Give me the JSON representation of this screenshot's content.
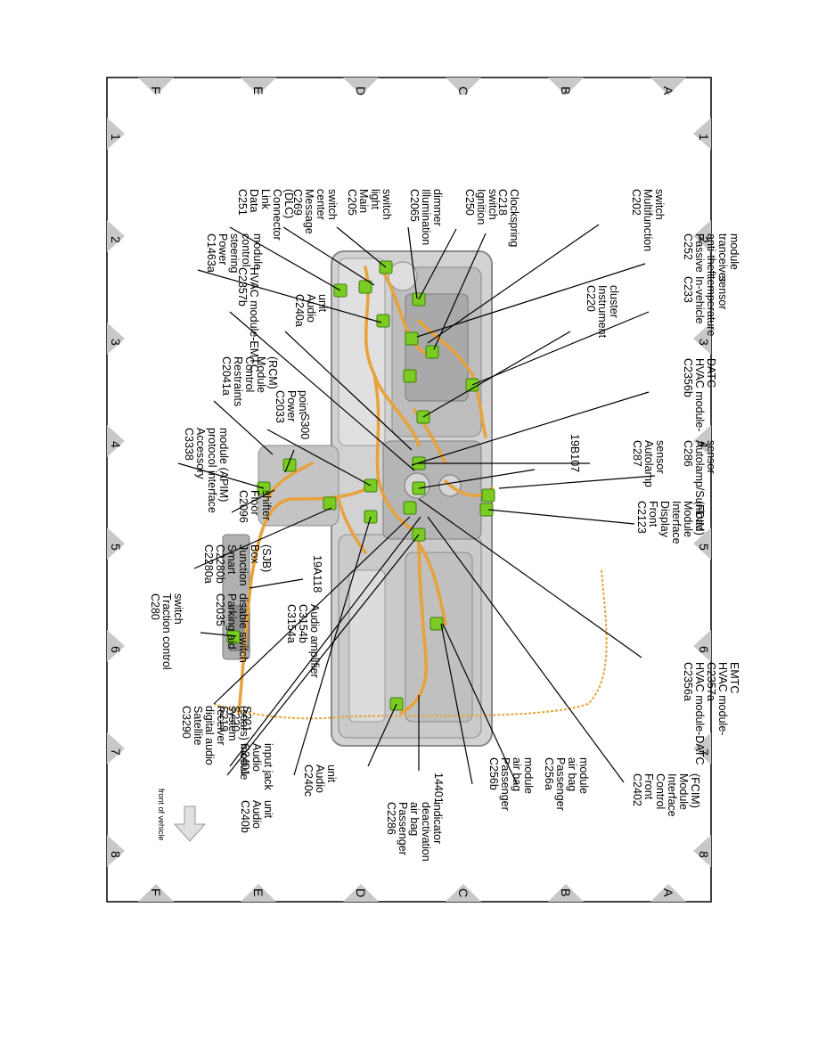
{
  "grid": {
    "row_letters": [
      "A",
      "B",
      "C",
      "D",
      "E",
      "F"
    ],
    "column_numbers": [
      "1",
      "2",
      "3",
      "4",
      "5",
      "6",
      "7",
      "8"
    ]
  },
  "colors": {
    "frame": "#000000",
    "grid_triangle": "#c8c8c8",
    "dash_body": "#d2d2d2",
    "wire_harness": "#e8a23a",
    "connector": "#7acc22"
  },
  "front_of_vehicle": "front of vehicle",
  "labels": [
    {
      "id": "c202",
      "lines": [
        "C202",
        "Multifunction",
        "switch"
      ]
    },
    {
      "id": "c218",
      "lines": [
        "C218",
        "Clockspring"
      ]
    },
    {
      "id": "c250",
      "lines": [
        "C250",
        "Ignition",
        "switch"
      ]
    },
    {
      "id": "c2065",
      "lines": [
        "C2065",
        "Illumination",
        "dimmer"
      ]
    },
    {
      "id": "c205",
      "lines": [
        "C205",
        "Main",
        "light",
        "switch"
      ]
    },
    {
      "id": "c269",
      "lines": [
        "C269",
        "Message",
        "center",
        "switch"
      ]
    },
    {
      "id": "c251",
      "lines": [
        "C251",
        "Data",
        "Link",
        "Connector",
        "(DLC)"
      ]
    },
    {
      "id": "c252",
      "lines": [
        "C252",
        "Passive",
        "anti-theft",
        "tranceiver",
        "module"
      ]
    },
    {
      "id": "c1463a",
      "lines": [
        "C1463a",
        "Power",
        "steering",
        "control",
        "module"
      ]
    },
    {
      "id": "c233",
      "lines": [
        "C233",
        "In-vehicle",
        "temperature",
        "sensor"
      ]
    },
    {
      "id": "c220",
      "lines": [
        "C220",
        "Instrument",
        "cluster"
      ]
    },
    {
      "id": "c240a",
      "lines": [
        "C240a",
        "Audio",
        "unit"
      ]
    },
    {
      "id": "c2357b",
      "lines": [
        "C2357b",
        "HVAC module-EMTC"
      ]
    },
    {
      "id": "c2356b",
      "lines": [
        "C2356b",
        "HVAC module-",
        "DATC"
      ]
    },
    {
      "id": "c2033",
      "lines": [
        "C2033",
        "Power",
        "point"
      ]
    },
    {
      "id": "c2041a",
      "lines": [
        "C2041a",
        "Restraints",
        "Control",
        "Module",
        "(RCM)"
      ]
    },
    {
      "id": "c286",
      "lines": [
        "C286",
        "Autolamp/Sunload",
        "sensor"
      ]
    },
    {
      "id": "c287",
      "lines": [
        "C287",
        "Autolamp",
        "sensor"
      ]
    },
    {
      "id": "19b107",
      "lines": [
        "19B107"
      ]
    },
    {
      "id": "s300",
      "lines": [
        "S300"
      ]
    },
    {
      "id": "c3338",
      "lines": [
        "C3338",
        "Accessory",
        "protocol interface",
        "module (APIM)"
      ]
    },
    {
      "id": "c2096",
      "lines": [
        "C2096",
        "Floor",
        "shifter"
      ]
    },
    {
      "id": "c2123",
      "lines": [
        "C2123",
        "Front",
        "Display",
        "Interface",
        "Module",
        "(FDIM)"
      ]
    },
    {
      "id": "c2280",
      "lines": [
        "C2280a",
        "C2280b",
        "Smart",
        "Junction",
        "Box",
        "(SJB)"
      ]
    },
    {
      "id": "19a118",
      "lines": [
        "19A118"
      ]
    },
    {
      "id": "c2035",
      "lines": [
        "C2035",
        "Parking aid",
        "disable switch"
      ]
    },
    {
      "id": "c3154",
      "lines": [
        "C3154a",
        "C3154b",
        "Audio amplifier"
      ]
    },
    {
      "id": "c280",
      "lines": [
        "C280",
        "Traction control",
        "switch"
      ]
    },
    {
      "id": "c2356a",
      "lines": [
        "C2356a",
        "HVAC module-DATC",
        "C2357a",
        "HVAC module-",
        "EMTC"
      ]
    },
    {
      "id": "s219",
      "lines": [
        "S219",
        "S220",
        "S221"
      ]
    },
    {
      "id": "c3290",
      "lines": [
        "C3290",
        "Satellite",
        "digital audio",
        "receiver",
        "system",
        "(sdars) module"
      ]
    },
    {
      "id": "c2401",
      "lines": [
        "C2401",
        "Audio",
        "input jack"
      ]
    },
    {
      "id": "c240c",
      "lines": [
        "C240c",
        "Audio",
        "unit"
      ]
    },
    {
      "id": "c240b",
      "lines": [
        "C240b",
        "Audio",
        "unit"
      ]
    },
    {
      "id": "c2286",
      "lines": [
        "C2286",
        "Passenger",
        "air bag",
        "deactivation",
        "indicator"
      ]
    },
    {
      "id": "14401",
      "lines": [
        "14401"
      ]
    },
    {
      "id": "c256b",
      "lines": [
        "C256b",
        "Passenger",
        "air bag",
        "module"
      ]
    },
    {
      "id": "c256a",
      "lines": [
        "C256a",
        "Passenger",
        "air bag",
        "module"
      ]
    },
    {
      "id": "c2402",
      "lines": [
        "C2402",
        "Front",
        "Control",
        "Interface",
        "Module",
        "(FCIM)"
      ]
    }
  ]
}
